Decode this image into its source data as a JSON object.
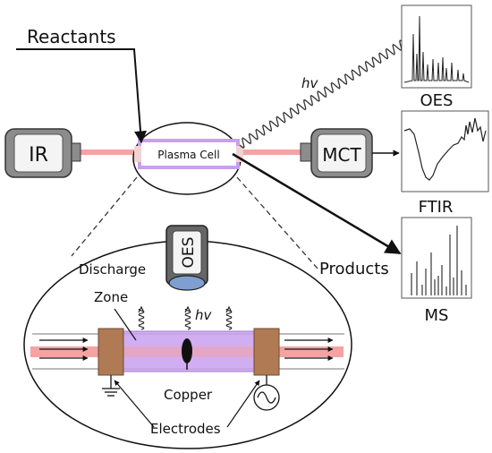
{
  "labels": {
    "reactants": "Reactants",
    "hv_top": "hv",
    "ir": "IR",
    "plasma_cell": "Plasma Cell",
    "mct": "MCT",
    "oes_plot": "OES",
    "ftir_plot": "FTIR",
    "ms_plot": "MS",
    "products": "Products",
    "oes_probe": "OES",
    "discharge": "Discharge",
    "zone": "Zone",
    "hv_inner": "hv",
    "copper": "Copper",
    "electrodes": "Electrodes"
  },
  "colors": {
    "beam": "#f08a8a",
    "plasma": "#c9a0f0",
    "electrode": "#b07a55",
    "device": "#8c8c8c",
    "outline": "#111111"
  }
}
